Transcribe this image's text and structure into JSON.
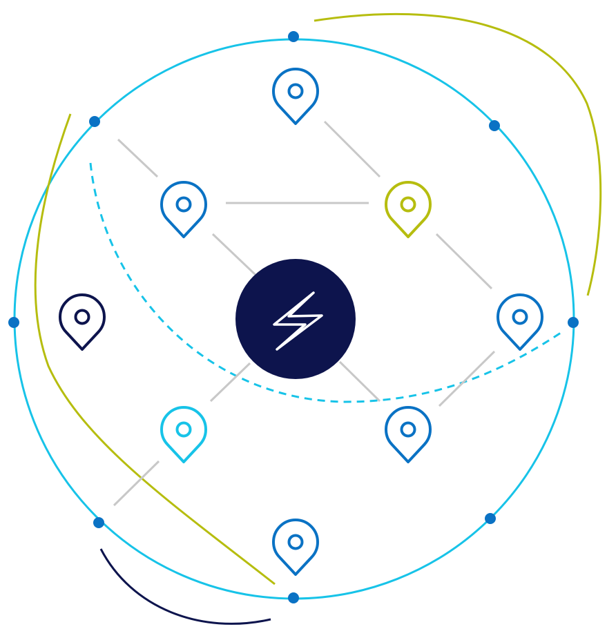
{
  "colors": {
    "background": "#ffffff",
    "ring": "#17c3e8",
    "accent_blue": "#0a72c4",
    "lime": "#b6bd0f",
    "navy": "#0d144d",
    "connector": "#c8c8c8",
    "bolt": "#ffffff"
  },
  "center": {
    "icon": "lightning-bolt-icon",
    "fill": "#0d144d"
  },
  "pins": [
    {
      "id": "top",
      "icon": "location-pin-icon",
      "color": "#0a72c4"
    },
    {
      "id": "upper-left",
      "icon": "location-pin-icon",
      "color": "#0a72c4"
    },
    {
      "id": "upper-right",
      "icon": "location-pin-icon",
      "color": "#b6bd0f"
    },
    {
      "id": "left",
      "icon": "location-pin-icon",
      "color": "#0d144d"
    },
    {
      "id": "right",
      "icon": "location-pin-icon",
      "color": "#0a72c4"
    },
    {
      "id": "lower-left",
      "icon": "location-pin-icon",
      "color": "#17c3e8"
    },
    {
      "id": "lower-right",
      "icon": "location-pin-icon",
      "color": "#0a72c4"
    },
    {
      "id": "bottom",
      "icon": "location-pin-icon",
      "color": "#0a72c4"
    }
  ],
  "ring_nodes": {
    "count": 8,
    "color": "#0a72c4"
  }
}
